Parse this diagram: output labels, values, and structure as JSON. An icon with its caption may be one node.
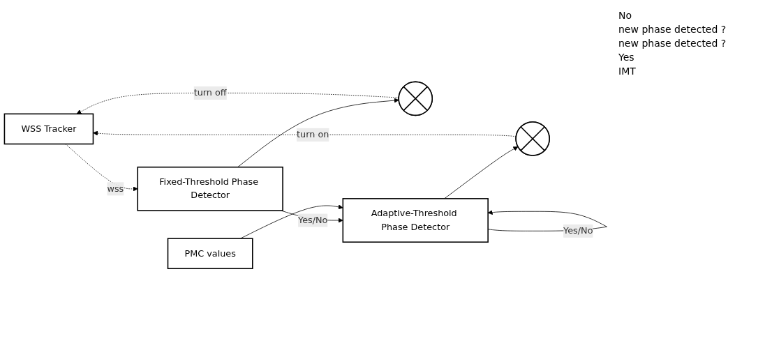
{
  "diagram": {
    "nodes": [
      {
        "text": [
          "WSS Tracker"
        ]
      },
      {
        "text": [
          "Fixed-Threshold Phase Detector"
        ]
      },
      {
        "text": [],
        "shape": "circle"
      },
      {
        "text": [
          "PMC values"
        ]
      },
      {
        "text": [
          "Adaptive-Threshold Phase Detector"
        ]
      },
      {
        "text": [],
        "shape": "circle"
      }
    ],
    "edges": [
      {
        "from": 0,
        "to": 1,
        "arrow": "to",
        "label": "wss",
        "style": "dashed"
      },
      {
        "from": 1,
        "to": 2,
        "arrow": "to"
      },
      {
        "from": 2,
        "to": 0,
        "arrow": "to",
        "label": "turn off",
        "style": "dashed"
      },
      {
        "from": 1,
        "to": 4,
        "arrow": "to",
        "label": "Yes/No"
      },
      {
        "from": 3,
        "to": 4,
        "arrow": "to"
      },
      {
        "from": 4,
        "to": 4,
        "arrow": "to",
        "label": "Yes/No"
      },
      {
        "from": 4,
        "to": 5,
        "arrow": "to"
      },
      {
        "from": 5,
        "to": 0,
        "arrow": "to",
        "label": "turn on",
        "style": "dashed"
      }
    ],
    "labels": [
      "No",
      "new phase detected ?",
      "new phase detected ?",
      "Yes",
      "IMT"
    ]
  }
}
